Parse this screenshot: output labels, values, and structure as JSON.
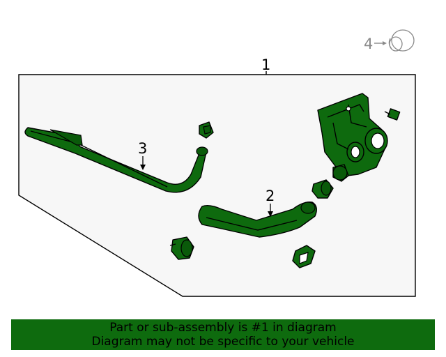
{
  "callouts": {
    "c1": "1",
    "c2": "2",
    "c3": "3",
    "c4": "4"
  },
  "banner": {
    "line1": "Part or sub-assembly is #1 in diagram",
    "line2": "Diagram may not be specific to your vehicle"
  },
  "colors": {
    "part_green": "#0e6a0e",
    "banner_green": "#0e6b0e",
    "panel_bg": "#f7f7f7"
  }
}
